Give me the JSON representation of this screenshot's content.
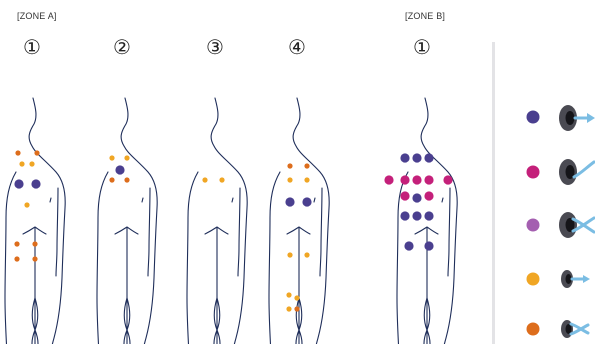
{
  "zones": [
    {
      "label": "[ZONE A]",
      "steps": [
        "①",
        "②",
        "③",
        "④"
      ]
    },
    {
      "label": "[ZONE B]",
      "steps": [
        "①"
      ]
    }
  ],
  "colors": {
    "purple": "#4a3f8f",
    "magenta": "#c4207a",
    "lilac": "#a45fb0",
    "yellow": "#f0a624",
    "orange": "#dd6d1c",
    "outline": "#1f2e5a",
    "arrow": "#7bbde3",
    "puck": "#4a4a52",
    "divider": "#e3e3e6"
  },
  "legend": [
    {
      "color": "purple",
      "arrow": "straight-arrow-icon"
    },
    {
      "color": "magenta",
      "arrow": "curve-up-arrow-icon"
    },
    {
      "color": "lilac",
      "arrow": "cross-arrow-icon"
    },
    {
      "color": "yellow",
      "arrow": "straight-arrow-icon"
    },
    {
      "color": "orange",
      "arrow": "cross-arrow-icon"
    }
  ]
}
